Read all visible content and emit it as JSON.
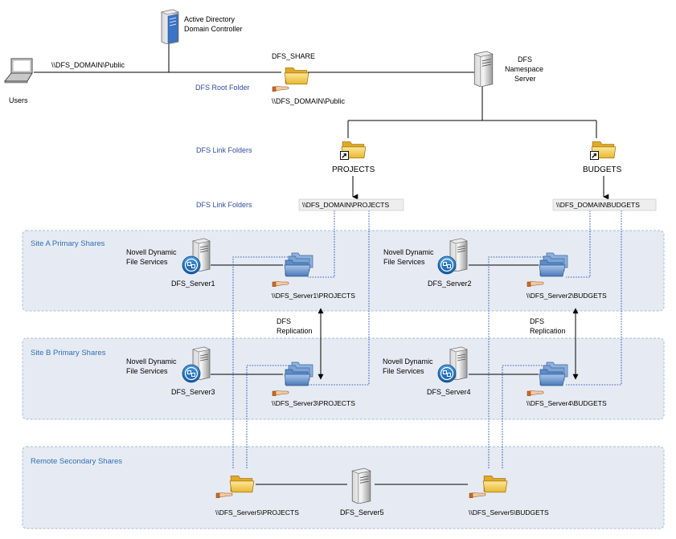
{
  "top": {
    "ad_controller_line1": "Active Directory",
    "ad_controller_line2": "Domain Controller",
    "users_label": "Users",
    "users_path": "\\\\DFS_DOMAIN\\Public",
    "dfs_share_label": "DFS_SHARE",
    "dfs_root_folder_label": "DFS Root Folder",
    "dfs_root_path": "\\\\DFS_DOMAIN\\Public",
    "namespace_server_line1": "DFS",
    "namespace_server_line2": "Namespace",
    "namespace_server_line3": "Server"
  },
  "links": {
    "link_folders_label_1": "DFS Link Folders",
    "link_folders_label_2": "DFS Link Folders",
    "projects_label": "PROJECTS",
    "budgets_label": "BUDGETS",
    "projects_path": "\\\\DFS_DOMAIN\\PROJECTS",
    "budgets_path": "\\\\DFS_DOMAIN\\BUDGETS"
  },
  "site_a": {
    "title": "Site A Primary Shares",
    "nds_line1": "Novell Dynamic",
    "nds_line2": "File Services",
    "server1": "DFS_Server1",
    "server1_share": "\\\\DFS_Server1\\PROJECTS",
    "nds2_line1": "Novell Dynamic",
    "nds2_line2": "File Services",
    "server2": "DFS_Server2",
    "server2_share": "\\\\DFS_Server2\\BUDGETS"
  },
  "replication": {
    "left_line1": "DFS",
    "left_line2": "Replication",
    "right_line1": "DFS",
    "right_line2": "Replication"
  },
  "site_b": {
    "title": "Site B Primary Shares",
    "nds_line1": "Novell Dynamic",
    "nds_line2": "File Services",
    "server3": "DFS_Server3",
    "server3_share": "\\\\DFS_Server3\\PROJECTS",
    "nds2_line1": "Novell Dynamic",
    "nds2_line2": "File Services",
    "server4": "DFS_Server4",
    "server4_share": "\\\\DFS_Server4\\BUDGETS"
  },
  "remote": {
    "title": "Remote Secondary Shares",
    "server5": "DFS_Server5",
    "projects_share": "\\\\DFS_Server5\\PROJECTS",
    "budgets_share": "\\\\DFS_Server5\\BUDGETS"
  },
  "colors": {
    "site_fill": "#e6ebf3",
    "site_border": "#a9bcd8",
    "dotted_link": "#3b5fc0",
    "folder_yellow": "#f7d15a",
    "folder_blue": "#6f9bd3",
    "title_blue": "#2f6fb3"
  }
}
